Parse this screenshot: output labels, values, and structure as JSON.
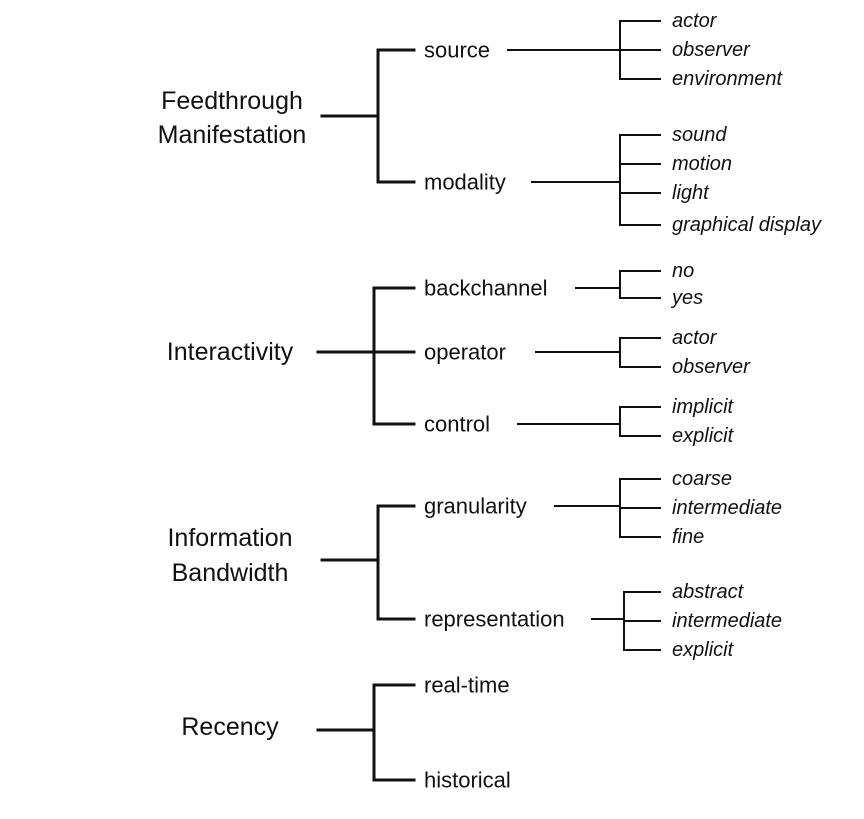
{
  "categories": [
    {
      "label_lines": [
        "Feedthrough",
        "Manifestation"
      ],
      "dimensions": [
        {
          "label": "source",
          "values": [
            "actor",
            "observer",
            "environment"
          ]
        },
        {
          "label": "modality",
          "values": [
            "sound",
            "motion",
            "light",
            "graphical display"
          ]
        }
      ]
    },
    {
      "label_lines": [
        "Interactivity"
      ],
      "dimensions": [
        {
          "label": "backchannel",
          "values": [
            "no",
            "yes"
          ]
        },
        {
          "label": "operator",
          "values": [
            "actor",
            "observer"
          ]
        },
        {
          "label": "control",
          "values": [
            "implicit",
            "explicit"
          ]
        }
      ]
    },
    {
      "label_lines": [
        "Information",
        "Bandwidth"
      ],
      "dimensions": [
        {
          "label": "granularity",
          "values": [
            "coarse",
            "intermediate",
            "fine"
          ]
        },
        {
          "label": "representation",
          "values": [
            "abstract",
            "intermediate",
            "explicit"
          ]
        }
      ]
    },
    {
      "label_lines": [
        "Recency"
      ],
      "dimensions": [
        {
          "label": "real-time",
          "values": []
        },
        {
          "label": "historical",
          "values": []
        }
      ]
    }
  ]
}
